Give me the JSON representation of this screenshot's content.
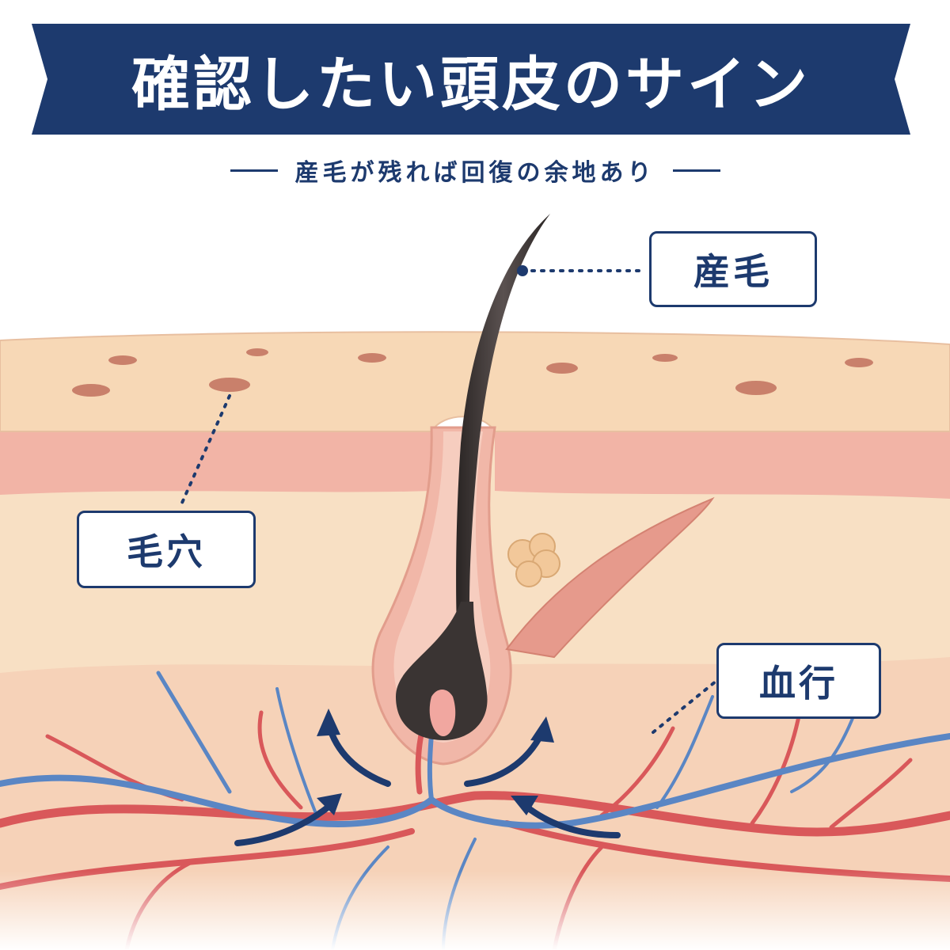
{
  "header": {
    "title": "確認したい頭皮のサイン",
    "subtitle": "産毛が残れば回復の余地あり"
  },
  "callouts": {
    "vellus_hair": "産毛",
    "pore": "毛穴",
    "blood_flow": "血行"
  },
  "colors": {
    "navy": "#1d3a6e",
    "skin_surface": "#f6d7b8",
    "epidermis": "#f0b8a8",
    "dermis": "#f8e0c4",
    "artery": "#d9585a",
    "vein": "#5a86c4",
    "hair": "#3a3433"
  }
}
